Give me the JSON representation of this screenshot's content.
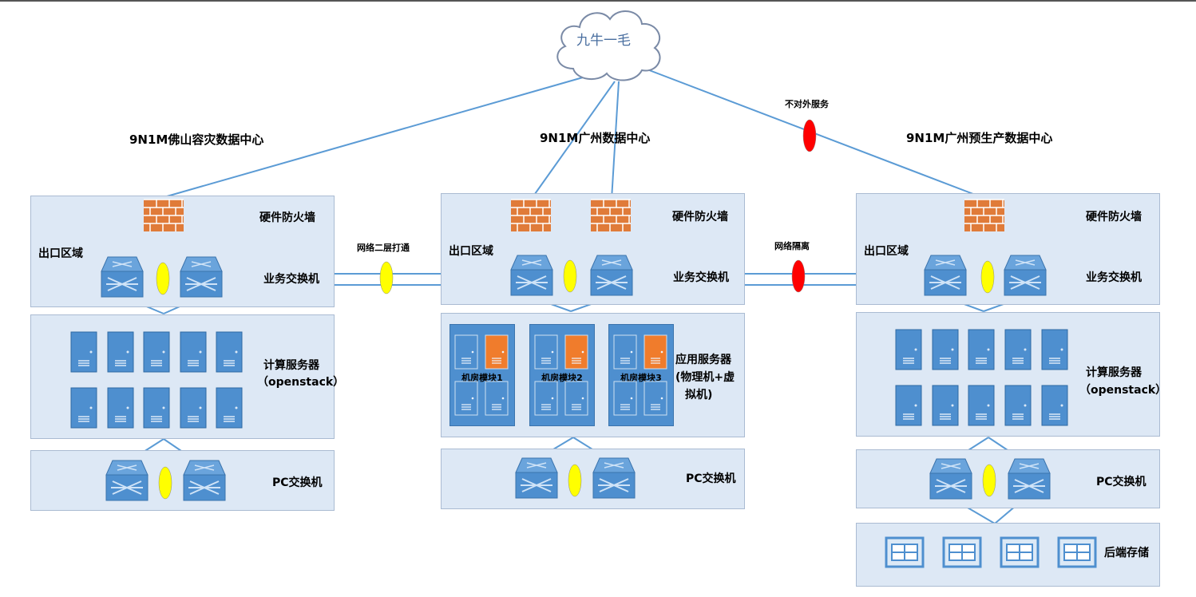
{
  "cloud": {
    "label": "九牛一毛"
  },
  "datacenters": {
    "foshan": {
      "title": "9N1M佛山容灾数据中心"
    },
    "guangzhou": {
      "title": "9N1M广州数据中心"
    },
    "preprod": {
      "title": "9N1M广州预生产数据中心"
    }
  },
  "labels": {
    "firewall": "硬件防火墙",
    "exit_zone": "出口区域",
    "business_switch": "业务交换机",
    "compute_server": "计算服务器",
    "openstack": "（openstack）",
    "pc_switch": "PC交换机",
    "app_server_line1": "应用服务器",
    "app_server_line2": "(物理机+虚",
    "app_server_line3": "拟机)",
    "backend_storage": "后端存储",
    "module1": "机房模块1",
    "module2": "机房模块2",
    "module3": "机房模块3"
  },
  "links": {
    "l2_connect": "网络二层打通",
    "isolation": "网络隔离",
    "no_external": "不对外服务"
  },
  "colors": {
    "panel": "#dde8f5",
    "line": "#5b9bd5",
    "device": "#4e8fcf",
    "firewall": "#e07b39",
    "link_ok": "#ffff00",
    "link_blocked": "#ff0000",
    "server_highlight": "#f07c2c"
  }
}
